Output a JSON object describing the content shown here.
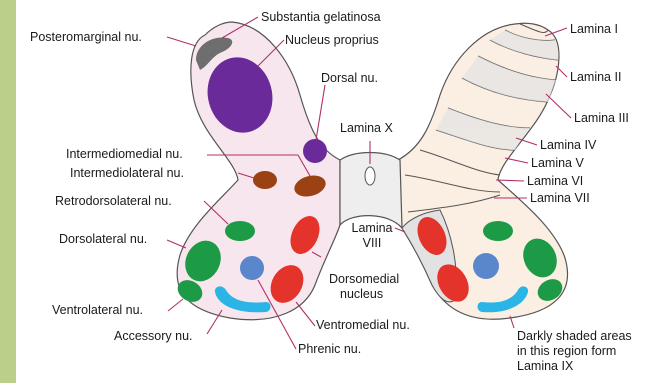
{
  "labels": {
    "substantia_gelatinosa": "Substantia gelatinosa",
    "posteromarginal": "Posteromarginal nu.",
    "nucleus_proprius": "Nucleus proprius",
    "dorsal": "Dorsal nu.",
    "lamina_x": "Lamina X",
    "intermediomedial": "Intermediomedial nu.",
    "intermediolateral": "Intermediolateral nu.",
    "retrodorsolateral": "Retrodorsolateral nu.",
    "dorsolateral": "Dorsolateral nu.",
    "lamina_viii_line1": "Lamina",
    "lamina_viii_line2": "VIII",
    "dorsomedial_line1": "Dorsomedial",
    "dorsomedial_line2": "nucleus",
    "ventrolateral": "Ventrolateral nu.",
    "accessory": "Accessory nu.",
    "ventromedial": "Ventromedial nu.",
    "phrenic": "Phrenic nu.",
    "lamina_i": "Lamina I",
    "lamina_ii": "Lamina II",
    "lamina_iii": "Lamina III",
    "lamina_iv": "Lamina IV",
    "lamina_v": "Lamina V",
    "lamina_vi": "Lamina VI",
    "lamina_vii": "Lamina VII",
    "ix_line1": "Darkly shaded areas",
    "ix_line2": "in this region form",
    "ix_line3": "Lamina IX"
  },
  "colors": {
    "left_fill": "#f7e6ee",
    "right_fill": "#fbeee2",
    "outline": "#555555",
    "leader": "#b0306a",
    "purple": "#6a2a9a",
    "gray": "#6e6e6e",
    "brown": "#9a4214",
    "green": "#1d9a46",
    "red": "#e4332a",
    "blue": "#5a86cc",
    "cyan": "#2bb5e6",
    "strip": "#b9cf8a"
  }
}
